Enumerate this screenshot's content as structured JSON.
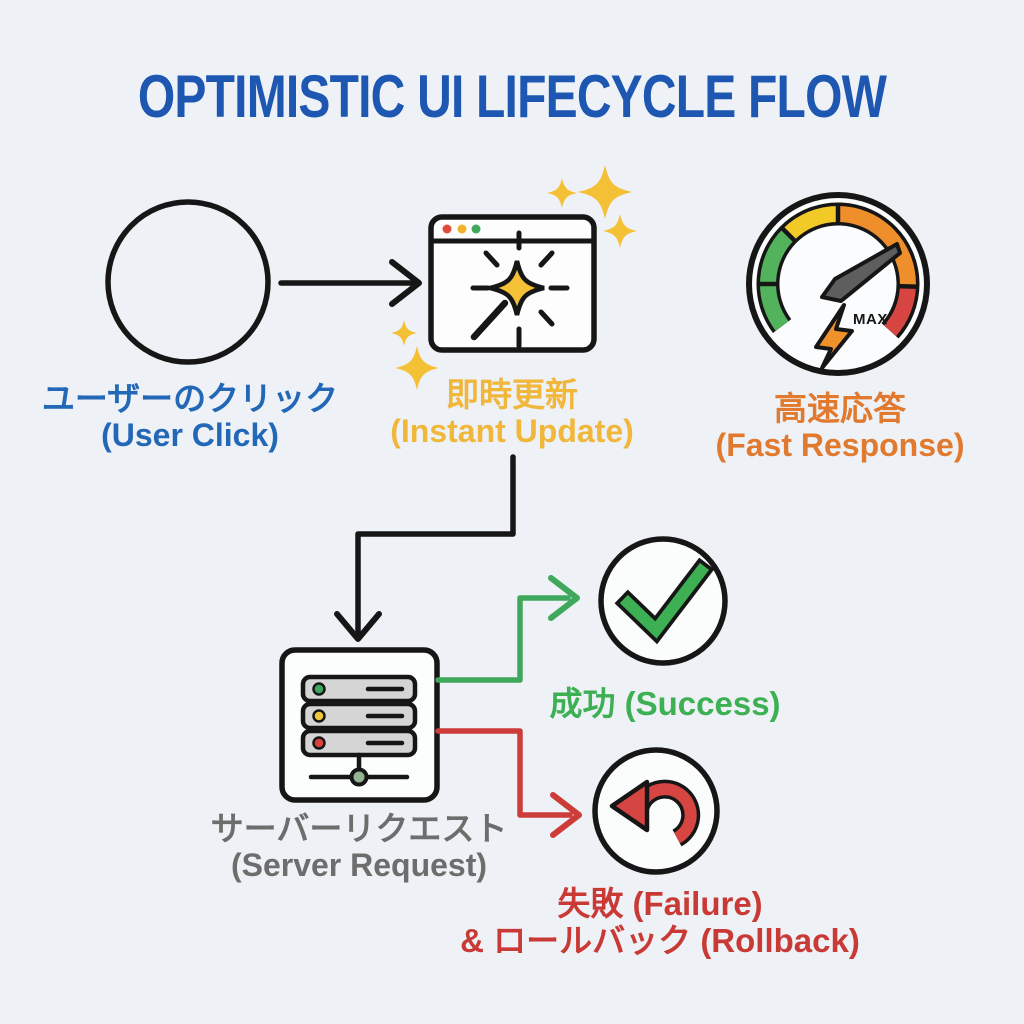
{
  "diagram": {
    "title": "OPTIMISTIC UI LIFECYCLE FLOW",
    "colors": {
      "background": "#eef1f5",
      "title": "#1d57b2",
      "user": "#2368b7",
      "instant": "#f0b73b",
      "fast": "#e17a2e",
      "server": "#6d6d6d",
      "success": "#3cb053",
      "failure": "#c93a36",
      "outline": "#161616",
      "green_line": "#3fa85c",
      "red_line": "#cc3c38",
      "sparkle": "#f4c136",
      "gauge_green": "#53b35c",
      "gauge_yellow": "#f2ca28",
      "gauge_orange": "#ef8f2b",
      "gauge_red": "#d64541",
      "needle": "#5e5e5e",
      "bolt": "#f0922b"
    },
    "nodes": {
      "user_click": {
        "label_jp": "ユーザーのクリック",
        "label_en": "(User Click)"
      },
      "instant_update": {
        "label_jp": "即時更新",
        "label_en": "(Instant Update)"
      },
      "fast_response": {
        "label_jp": "高速応答",
        "label_en": "(Fast Response)",
        "gauge_max_label": "MAX"
      },
      "server_request": {
        "label_jp": "サーバーリクエスト",
        "label_en": "(Server Request)"
      },
      "success": {
        "label": "成功 (Success)"
      },
      "failure": {
        "label_line1": "失敗 (Failure)",
        "label_line2": "& ロールバック (Rollback)"
      }
    }
  }
}
